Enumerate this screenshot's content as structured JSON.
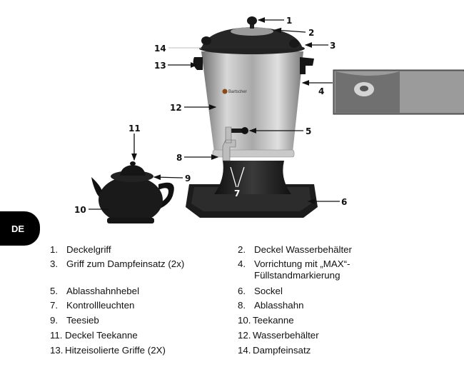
{
  "language_tab": "DE",
  "brand_logo": "Bartscher",
  "callouts": [
    "1",
    "2",
    "3",
    "4",
    "5",
    "6",
    "7",
    "8",
    "9",
    "10",
    "11",
    "12",
    "13",
    "14"
  ],
  "parts": [
    {
      "num": "1.",
      "label": "Deckelgriff"
    },
    {
      "num": "2.",
      "label": "Deckel Wasserbehälter"
    },
    {
      "num": "3.",
      "label": "Griff zum Dampfeinsatz (2x)"
    },
    {
      "num": "4.",
      "label": "Vorrichtung mit „MAX“-",
      "label2": "Füllstandmarkierung"
    },
    {
      "num": "5.",
      "label": "Ablasshahnhebel"
    },
    {
      "num": "6.",
      "label": "Sockel"
    },
    {
      "num": "7.",
      "label": "Kontrollleuchten"
    },
    {
      "num": "8.",
      "label": "Ablasshahn"
    },
    {
      "num": "9.",
      "label": "Teesieb"
    },
    {
      "num": "10.",
      "label": "Teekanne"
    },
    {
      "num": "11.",
      "label": "Deckel Teekanne"
    },
    {
      "num": "12.",
      "label": "Wasserbehälter"
    },
    {
      "num": "13.",
      "label": "Hitzeisolierte Griffe (2X)"
    },
    {
      "num": "14.",
      "label": "Dampfeinsatz"
    }
  ]
}
